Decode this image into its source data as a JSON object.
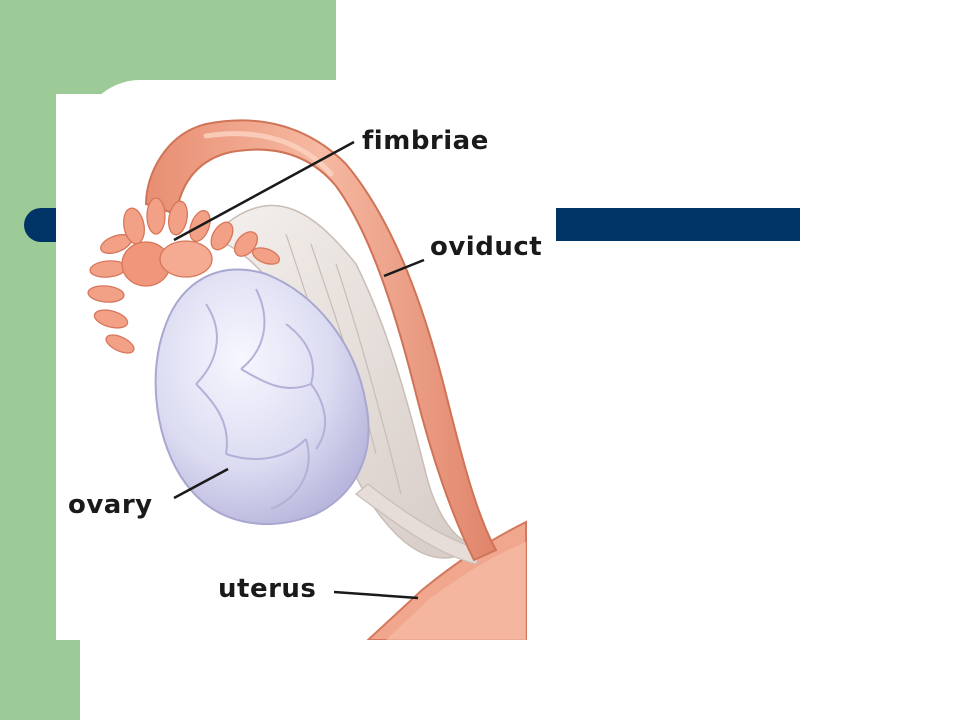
{
  "colors": {
    "slide_green": "#9dcb97",
    "title_bar_navy": "#003366",
    "tissue_pink": "#f2a98f",
    "tissue_dark": "#d9765a",
    "ovary_lavender": "#d6d6ee",
    "ligament_gray": "#e6e0dc"
  },
  "diagram": {
    "labels": {
      "fimbriae": "fimbriae",
      "oviduct": "oviduct",
      "ovary": "ovary",
      "uterus": "uterus"
    }
  }
}
